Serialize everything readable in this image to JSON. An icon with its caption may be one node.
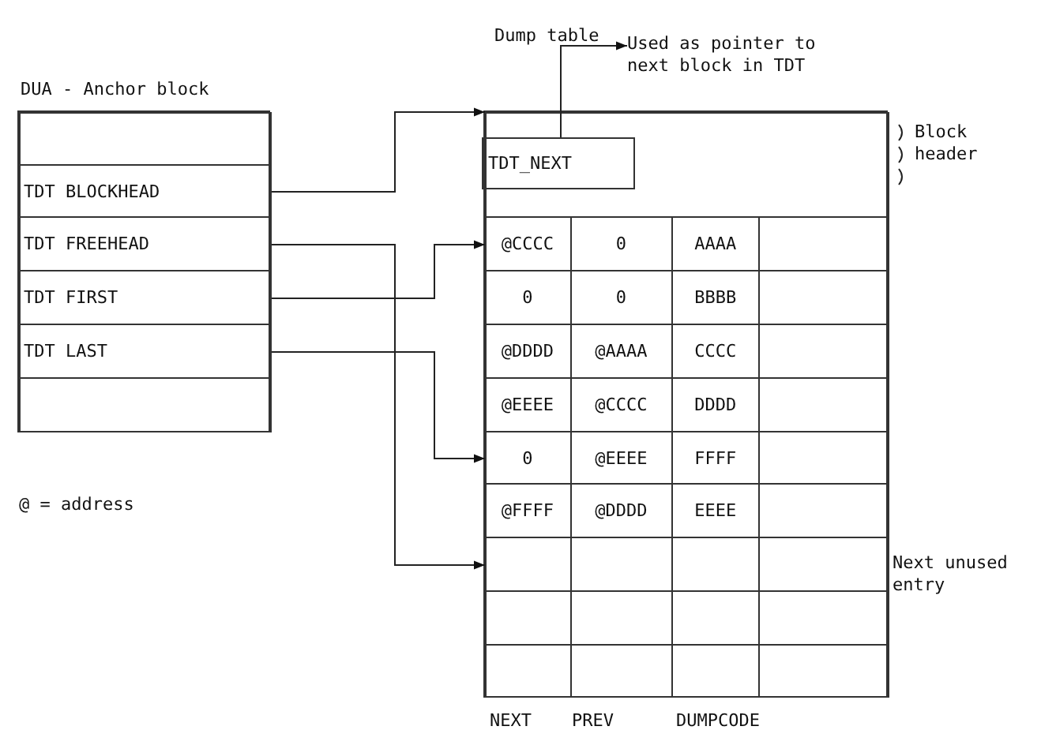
{
  "diagram": {
    "nodes": [
      {
        "text": [
          "DUA - Anchor block"
        ]
      },
      {
        "text": [],
        "shape": "box",
        "in": 0
      },
      {
        "text": [
          "TDT BLOCKHEAD"
        ],
        "in": 0
      },
      {
        "text": [
          "TDT FREEHEAD"
        ],
        "in": 0
      },
      {
        "text": [
          "TDT FIRST"
        ],
        "in": 0
      },
      {
        "text": [
          "TDT LAST"
        ],
        "in": 0
      },
      {
        "text": [],
        "shape": "box",
        "in": 0
      },
      {
        "text": [
          "Dump table"
        ]
      },
      {
        "text": [],
        "shape": "box",
        "in": 7,
        "beside": [
          "Block header"
        ]
      },
      {
        "text": [
          "TDT_NEXT"
        ],
        "in": 8
      },
      {
        "text": [
          "Used as pointer to next block in TDT"
        ]
      },
      {
        "text": [
          "@CCCC",
          "0",
          "AAAA"
        ],
        "in": 7
      },
      {
        "text": [
          "0",
          "0",
          "BBBB"
        ],
        "in": 7
      },
      {
        "text": [
          "@DDDD",
          "@AAAA",
          "CCCC"
        ],
        "in": 7
      },
      {
        "text": [
          "@EEEE",
          "@CCCC",
          "DDDD"
        ],
        "in": 7
      },
      {
        "text": [
          "0",
          "@EEEE",
          "FFFF"
        ],
        "in": 7
      },
      {
        "text": [
          "@FFFF",
          "@DDDD",
          "EEEE"
        ],
        "in": 7
      },
      {
        "text": [],
        "shape": "box",
        "in": 7,
        "beside": [
          "Next unused entry"
        ]
      },
      {
        "text": [],
        "shape": "box",
        "in": 7
      },
      {
        "text": [],
        "shape": "box",
        "in": 7
      }
    ],
    "edges": [
      {
        "from": 2,
        "to": 7,
        "arrow": "to"
      },
      {
        "from": 3,
        "to": 17,
        "arrow": "to"
      },
      {
        "from": 4,
        "to": 11,
        "arrow": "to"
      },
      {
        "from": 5,
        "to": 15,
        "arrow": "to"
      },
      {
        "from": 9,
        "to": 10,
        "arrow": "to"
      }
    ],
    "labels": [
      "@ = address",
      "NEXT",
      "PREV",
      "DUMPCODE"
    ]
  }
}
